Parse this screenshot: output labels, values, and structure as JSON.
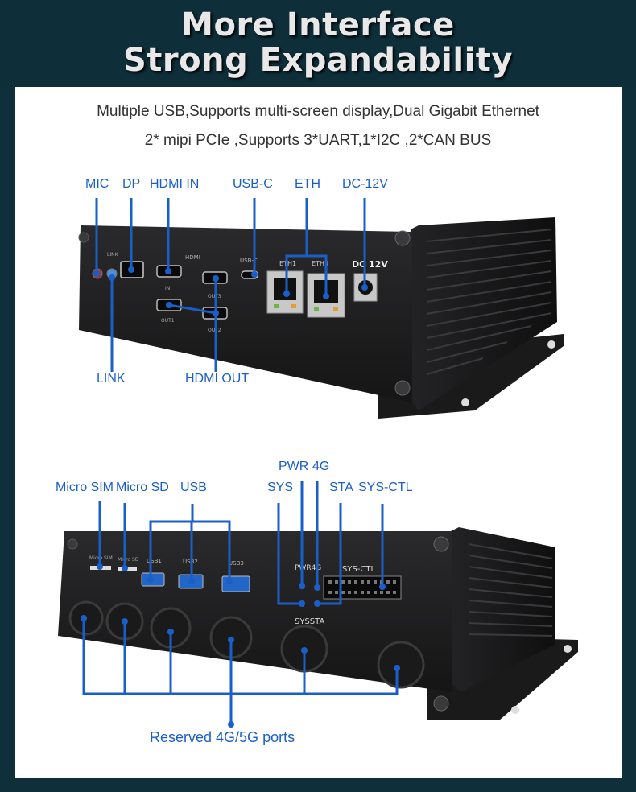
{
  "header": {
    "title_line1": "More Interface",
    "title_line2": "Strong Expandability"
  },
  "subtitle": {
    "line1": "Multiple USB,Supports multi-screen display,Dual Gigabit Ethernet",
    "line2": "2* mipi PCIe ,Supports 3*UART,1*I2C ,2*CAN BUS"
  },
  "front_labels": {
    "mic": "MIC",
    "dp": "DP",
    "hdmi_in": "HDMI IN",
    "usb_c": "USB-C",
    "eth": "ETH",
    "dc": "DC-12V",
    "link": "LINK",
    "hdmi_out": "HDMI OUT"
  },
  "rear_labels": {
    "micro_sim": "Micro SIM",
    "micro_sd": "Micro SD",
    "usb": "USB",
    "sys": "SYS",
    "pwr": "PWR",
    "g4": "4G",
    "sta": "STA",
    "sys_ctl": "SYS-CTL",
    "reserved": "Reserved 4G/5G ports"
  },
  "silkscreen": {
    "eth1": "ETH1",
    "eth0": "ETH0",
    "dc12v": "DC 12V",
    "usbc": "USB-C",
    "hdmi": "HDMI",
    "in": "IN",
    "out1": "OUT1",
    "out2": "OUT2",
    "out3": "OUT3",
    "link": "LINK",
    "usb1": "USB1",
    "usb2": "USB2",
    "usb3": "USB3",
    "pwr4g": "PWR4G",
    "sysctl": "SYS-CTL",
    "syssta": "SYSSTA",
    "microsim": "Micro SIM",
    "microsd": "Micro SD"
  },
  "colors": {
    "accent": "#1a5fc8",
    "header_bg": "#0e2e39",
    "device": "#1d1d1f"
  }
}
